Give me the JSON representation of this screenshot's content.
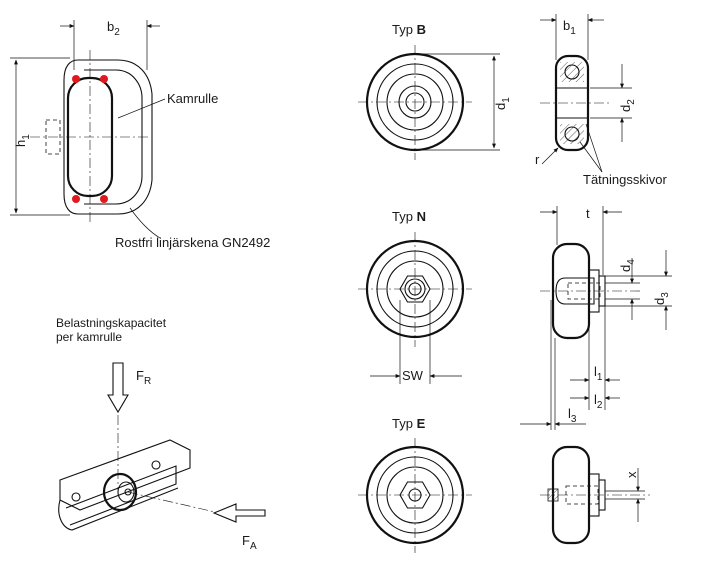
{
  "labels": {
    "b2": "b2",
    "h1": "h1",
    "kamrulle": "Kamrulle",
    "rail": "Rostfri linjärskena GN2492",
    "load_line1": "Belastningskapacitet",
    "load_line2": "per kamrulle",
    "fr": "FR",
    "fa": "FA",
    "typ": "Typ",
    "type_b": "B",
    "type_n": "N",
    "type_e": "E",
    "b1": "b1",
    "d1": "d1",
    "d2": "d2",
    "r": "r",
    "seals": "Tätningsskivor",
    "sw": "SW",
    "t": "t",
    "d4": "d4",
    "d3": "d3",
    "l1": "l1",
    "l2": "l2",
    "l3": "l3",
    "x": "x"
  },
  "colors": {
    "ink": "#111111",
    "contact_points": "#e0191f"
  }
}
